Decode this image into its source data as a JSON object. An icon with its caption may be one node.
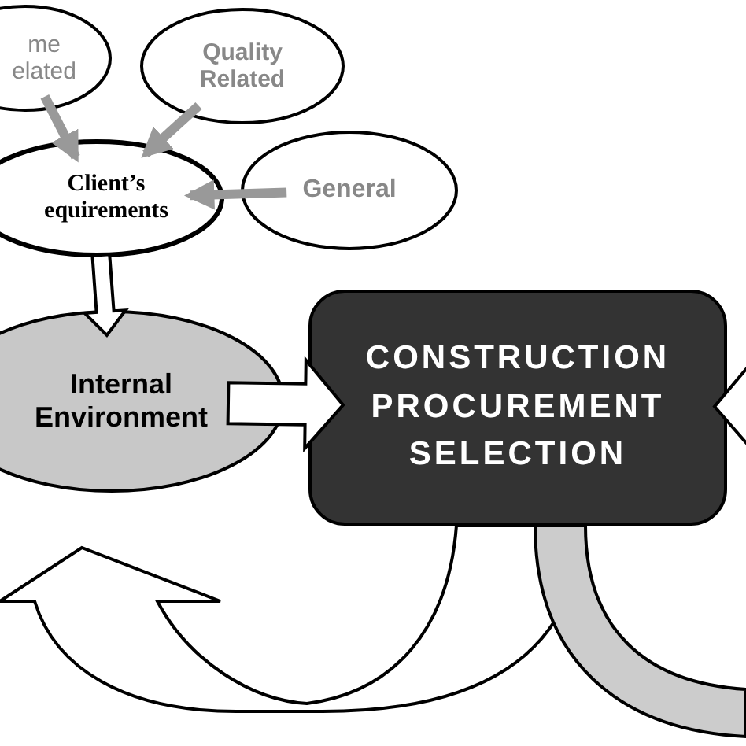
{
  "diagram": {
    "nodes": [
      {
        "text": [
          "me elated"
        ]
      },
      {
        "text": [
          "Quality Related"
        ]
      },
      {
        "text": [
          "General"
        ]
      },
      {
        "text": [
          "Client’s equirements"
        ]
      },
      {
        "text": [
          "Internal Environment"
        ]
      },
      {
        "text": [
          "CONSTRUCTION PROCUREMENT SELECTION"
        ]
      }
    ],
    "edges": [
      {
        "from": 0,
        "to": 3,
        "arrow": "to",
        "color": "#999999"
      },
      {
        "from": 1,
        "to": 3,
        "arrow": "to",
        "color": "#999999"
      },
      {
        "from": 2,
        "to": 3,
        "arrow": "to",
        "color": "#999999"
      },
      {
        "from": 3,
        "to": 4,
        "arrow": "to",
        "style": "thick"
      },
      {
        "from": 4,
        "to": 5,
        "arrow": "to",
        "style": "thick"
      },
      {
        "from": null,
        "to": 5,
        "arrow": "to",
        "style": "thick"
      },
      {
        "from": 5,
        "to": null,
        "arrow": "to",
        "style": "thick"
      },
      {
        "from": 5,
        "to": null,
        "arrow": "none",
        "style": "thick",
        "color": "#cccccc"
      }
    ]
  }
}
